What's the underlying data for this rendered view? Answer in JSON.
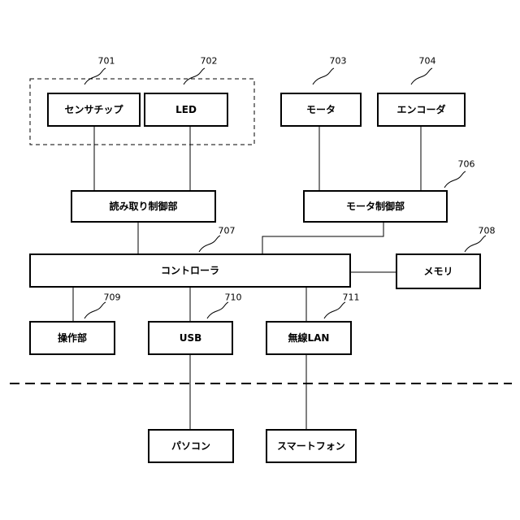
{
  "blocks": {
    "sensor_chip": {
      "label": "センサチップ",
      "ref": "701"
    },
    "led": {
      "label": "LED",
      "ref": "702"
    },
    "motor": {
      "label": "モータ",
      "ref": "703"
    },
    "encoder": {
      "label": "エンコーダ",
      "ref": "704"
    },
    "motor_control": {
      "label": "モータ制御部",
      "ref": "706"
    },
    "read_control": {
      "label": "読み取り制御部"
    },
    "controller": {
      "label": "コントローラ",
      "ref": "707"
    },
    "memory": {
      "label": "メモリ",
      "ref": "708"
    },
    "operation": {
      "label": "操作部",
      "ref": "709"
    },
    "usb": {
      "label": "USB",
      "ref": "710"
    },
    "wireless_lan": {
      "label": "無線LAN",
      "ref": "711"
    },
    "pc": {
      "label": "パソコン"
    },
    "smartphone": {
      "label": "スマートフォン"
    }
  }
}
